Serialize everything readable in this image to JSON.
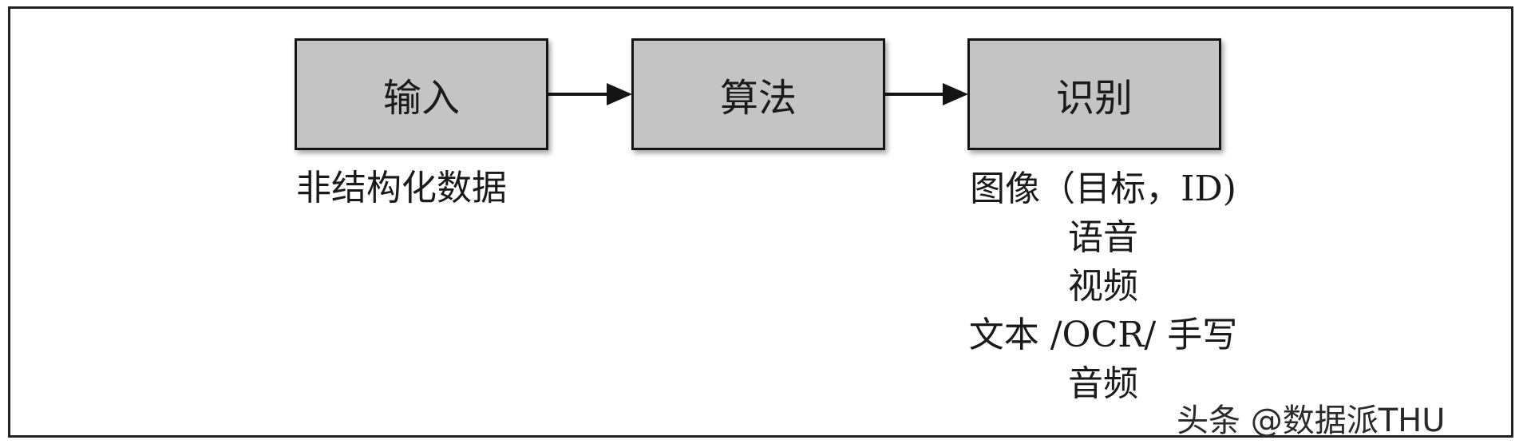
{
  "boxes": {
    "input": "输入",
    "algorithm": "算法",
    "recognition": "识别"
  },
  "input_caption": "非结构化数据",
  "outputs": [
    "图像（目标，ID)",
    "语音",
    "视频",
    "文本 /OCR/ 手写",
    "音频"
  ],
  "watermark": "头条 @数据派THU",
  "colors": {
    "box_fill": "#c4c4c4",
    "stroke": "#141414"
  }
}
